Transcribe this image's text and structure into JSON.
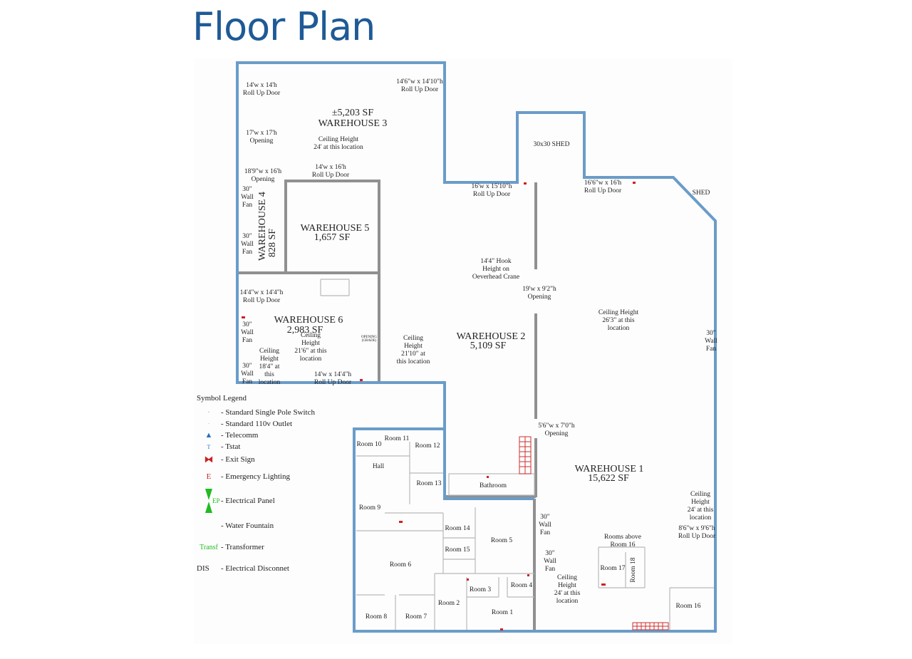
{
  "title": "Floor Plan",
  "colors": {
    "outline": "#6a9cc9",
    "inner_wall": "#909090",
    "title": "#1f5a96",
    "accent_red": "#cc2222",
    "accent_green": "#22bb22"
  },
  "warehouses": [
    {
      "name": "WAREHOUSE 3",
      "area": "±5,203 SF"
    },
    {
      "name": "WAREHOUSE 4",
      "area": "828 SF"
    },
    {
      "name": "WAREHOUSE 5",
      "area": "1,657 SF"
    },
    {
      "name": "WAREHOUSE 6",
      "area": "2,983 SF"
    },
    {
      "name": "WAREHOUSE 2",
      "area": "5,109 SF"
    },
    {
      "name": "WAREHOUSE 1",
      "area": "15,622 SF"
    }
  ],
  "shed_30": "30x30 SHED",
  "shed": "SHED",
  "annotations": {
    "d1": [
      "14'w x 14'h",
      "Roll Up Door"
    ],
    "d2": [
      "14'6\"w x 14'10\"h",
      "Roll Up Door"
    ],
    "o1": [
      "17'w x 17'h",
      "Opening"
    ],
    "ch3": [
      "Ceiling Height",
      "24' at this location"
    ],
    "o2": [
      "18'9\"w x 16'h",
      "Opening"
    ],
    "d3": [
      "14'w x 16'h",
      "Roll Up Door"
    ],
    "d4": [
      "16'w x 15'10\"h",
      "Roll Up Door"
    ],
    "d5": [
      "16'6\"w x 16'h",
      "Roll Up Door"
    ],
    "fan1": [
      "30\"",
      "Wall",
      "Fan"
    ],
    "fan2": [
      "30\"",
      "Wall",
      "Fan"
    ],
    "d6": [
      "14'4\"w x 14'4\"h",
      "Roll Up Door"
    ],
    "fan3": [
      "30\"",
      "Wall",
      "Fan"
    ],
    "fan4": [
      "30\"",
      "Wall",
      "Fan"
    ],
    "ch6a": [
      "Ceiling",
      "Height",
      "18'4\" at",
      "this",
      "location"
    ],
    "ch6b": [
      "Ceiling",
      "Height",
      "21'6\" at this",
      "location"
    ],
    "opening_grade": [
      "OPENING",
      "(GRADE)"
    ],
    "d7": [
      "14'w x 14'4\"h",
      "Roll Up Door"
    ],
    "ch_mid": [
      "Ceiling",
      "Height",
      "21'10\" at",
      "this location"
    ],
    "hook": [
      "14'4\" Hook",
      "Height on",
      "Oeverhead Crane"
    ],
    "o3": [
      "19'w x 9'2\"h",
      "Opening"
    ],
    "ch1": [
      "Ceiling Height",
      "26'3\" at this",
      "location"
    ],
    "fan5": [
      "30\"",
      "Wall",
      "Fan"
    ],
    "o4": [
      "5'6\"w x 7'0\"h",
      "Opening"
    ],
    "ch1b": [
      "Ceiling",
      "Height",
      "24' at this",
      "location"
    ],
    "d8": [
      "8'6\"w x 9'6\"h",
      "Roll Up Door"
    ],
    "fan6": [
      "30\"",
      "Wall",
      "Fan"
    ],
    "fan7": [
      "30\"",
      "Wall",
      "Fan"
    ],
    "ch1c": [
      "Ceiling",
      "Height",
      "24' at this",
      "location"
    ],
    "rooms_above": [
      "Rooms above",
      "Room 16"
    ]
  },
  "rooms": {
    "r1": "Room 1",
    "r2": "Room 2",
    "r3": "Room 3",
    "r4": "Room 4",
    "r5": "Room 5",
    "r6": "Room 6",
    "r7": "Room 7",
    "r8": "Room 8",
    "r9": "Room 9",
    "r10": "Room 10",
    "r11": "Room 11",
    "r12": "Room 12",
    "r13": "Room 13",
    "r14": "Room 14",
    "r15": "Room 15",
    "r16": "Room 16",
    "r17": "Room 17",
    "r18": "Room 18",
    "hall": "Hall",
    "bath": "Bathroom"
  },
  "legend": {
    "title": "Symbol Legend",
    "items": [
      {
        "symbol": "-",
        "label": "Standard Single Pole Switch",
        "icon": "switch-icon"
      },
      {
        "symbol": "-",
        "label": "Standard 110v Outlet",
        "icon": "outlet-icon"
      },
      {
        "symbol": "▲",
        "label": "Telecomm",
        "icon": "telecomm-icon"
      },
      {
        "symbol": "T",
        "label": "Tstat",
        "icon": "tstat-icon"
      },
      {
        "symbol": "⧓",
        "label": "Exit Sign",
        "icon": "exit-sign-icon"
      },
      {
        "symbol": "E",
        "label": "Emergency Lighting",
        "icon": "emergency-light-icon"
      },
      {
        "symbol": "EP",
        "label": "Electrical Panel",
        "icon": "electrical-panel-icon"
      },
      {
        "symbol": "",
        "label": "Water Fountain",
        "icon": "water-fountain-icon"
      },
      {
        "symbol": "Transf",
        "label": "Transformer",
        "icon": "transformer-icon"
      },
      {
        "symbol": "DIS",
        "label": "Electrical Disconnet",
        "icon": "disconnect-icon"
      }
    ]
  }
}
